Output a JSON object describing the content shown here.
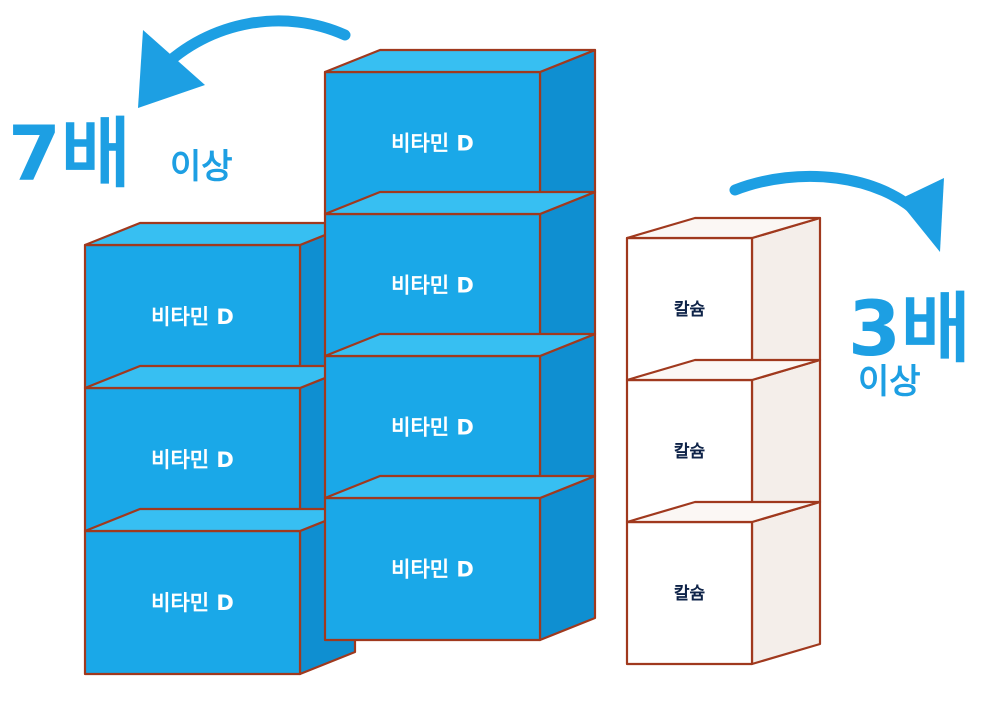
{
  "colors": {
    "blue_front": "#1aa8e8",
    "blue_top": "#37bff2",
    "blue_side": "#0f8fd1",
    "blue_text": "#ffffff",
    "outline": "#a0391e",
    "white_front": "#ffffff",
    "white_top": "#fbf7f4",
    "white_side": "#f4eeea",
    "dark_text": "#0e2348",
    "accent": "#1d9fe3"
  },
  "left_callout": {
    "number": "7배",
    "suffix": "이상",
    "arrow_icon": "curved-arrow-left-icon"
  },
  "right_callout": {
    "number": "3배",
    "suffix": "이상",
    "arrow_icon": "curved-arrow-right-icon"
  },
  "stack_left": {
    "label": "비타민 D",
    "count": 3
  },
  "stack_middle": {
    "label": "비타민 D",
    "count": 4
  },
  "stack_right": {
    "label": "칼슘",
    "count": 3
  }
}
